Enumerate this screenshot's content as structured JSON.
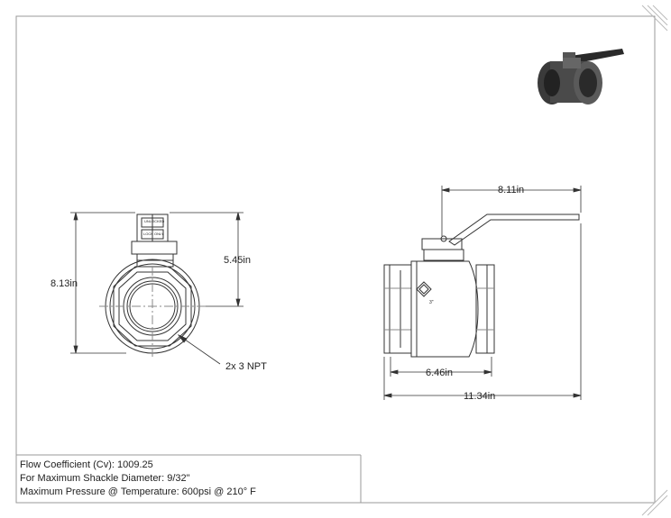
{
  "front_view": {
    "height_overall": "8.13in",
    "height_center": "5.45in",
    "ports": "2x 3 NPT",
    "handle_label_top": "UNLOCKED",
    "handle_label_bottom": "LOCK ONLY"
  },
  "side_view": {
    "handle_length": "8.11in",
    "body_length": "6.46in",
    "overall_length": "11.34in",
    "size_marking": "3\""
  },
  "specs": {
    "flow_coefficient": "Flow Coefficient (Cv): 1009.25",
    "shackle": "For Maximum Shackle Diameter: 9/32\"",
    "pressure": "Maximum Pressure @ Temperature: 600psi @ 210° F"
  },
  "colors": {
    "line": "#333333",
    "frame": "#999999"
  }
}
